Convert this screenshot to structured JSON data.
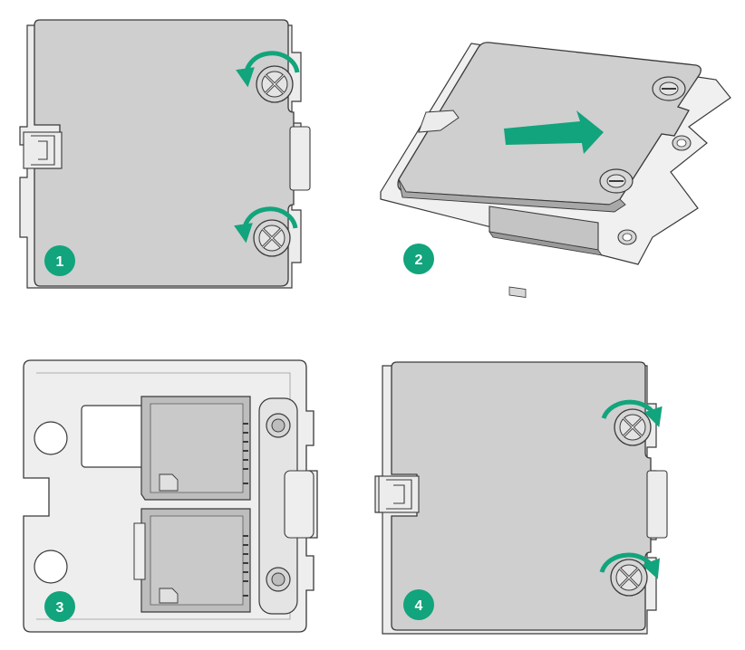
{
  "steps": [
    {
      "number": "1"
    },
    {
      "number": "2"
    },
    {
      "number": "3"
    },
    {
      "number": "4"
    }
  ],
  "colors": {
    "accent": "#12a47c",
    "cover_fill": "#cfcfcf",
    "tray_fill": "#eeeeee",
    "outline": "#3a3a3a",
    "slot_fill": "#bdbdbd"
  },
  "icons": {
    "loosen_arrow": "counterclockwise-arrow-icon",
    "tighten_arrow": "clockwise-arrow-icon",
    "slide_arrow": "slide-right-arrow-icon",
    "screw": "captive-screw-icon"
  }
}
